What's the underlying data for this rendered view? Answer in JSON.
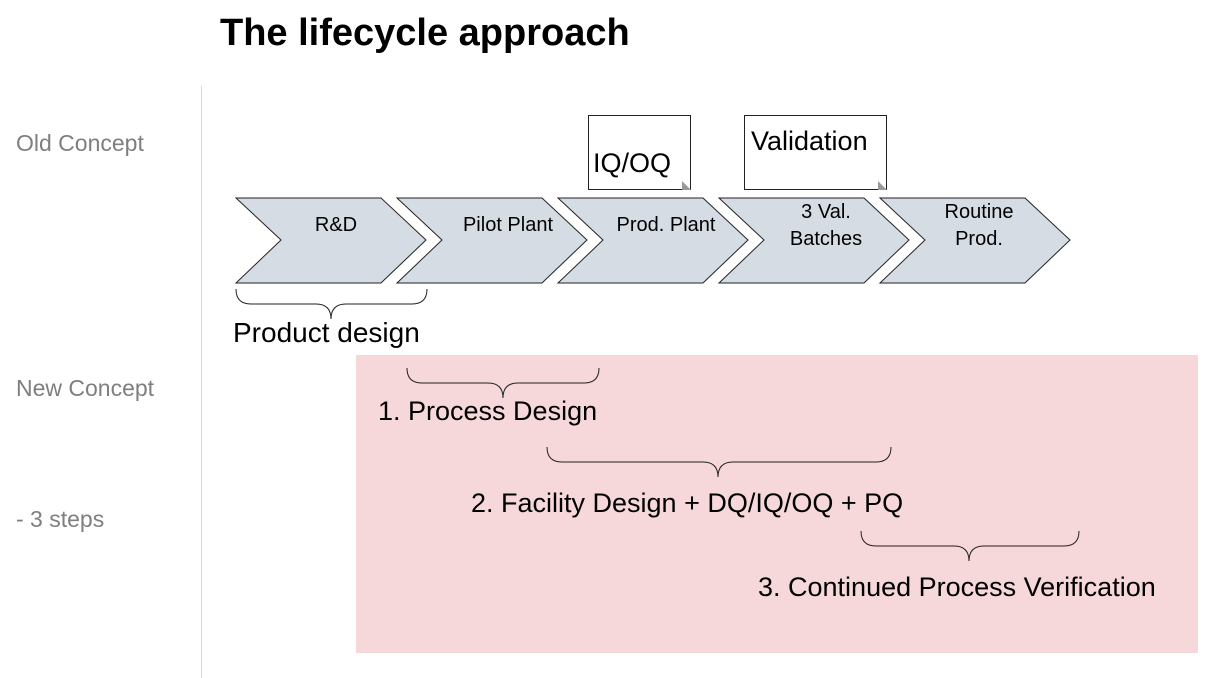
{
  "title": "The lifecycle approach",
  "side_labels": {
    "old": "Old Concept",
    "new": "New Concept",
    "steps": "- 3 steps"
  },
  "notes": {
    "iqoq": "IQ/OQ",
    "validation": "Validation"
  },
  "stages": [
    {
      "line1": "R&D",
      "line2": ""
    },
    {
      "line1": "Pilot Plant",
      "line2": ""
    },
    {
      "line1": "Prod. Plant",
      "line2": ""
    },
    {
      "line1": "3 Val.",
      "line2": "Batches"
    },
    {
      "line1": "Routine",
      "line2": "Prod."
    }
  ],
  "brace_labels": {
    "product_design": "Product design",
    "step1": "1. Process Design",
    "step2": "2. Facility Design + DQ/IQ/OQ + PQ",
    "step3": "3. Continued Process Verification"
  },
  "colors": {
    "chevron_fill": "#d6dce4",
    "chevron_stroke": "#222222",
    "new_concept_band": "#f6d7da",
    "side_label": "#7f7f7f"
  }
}
